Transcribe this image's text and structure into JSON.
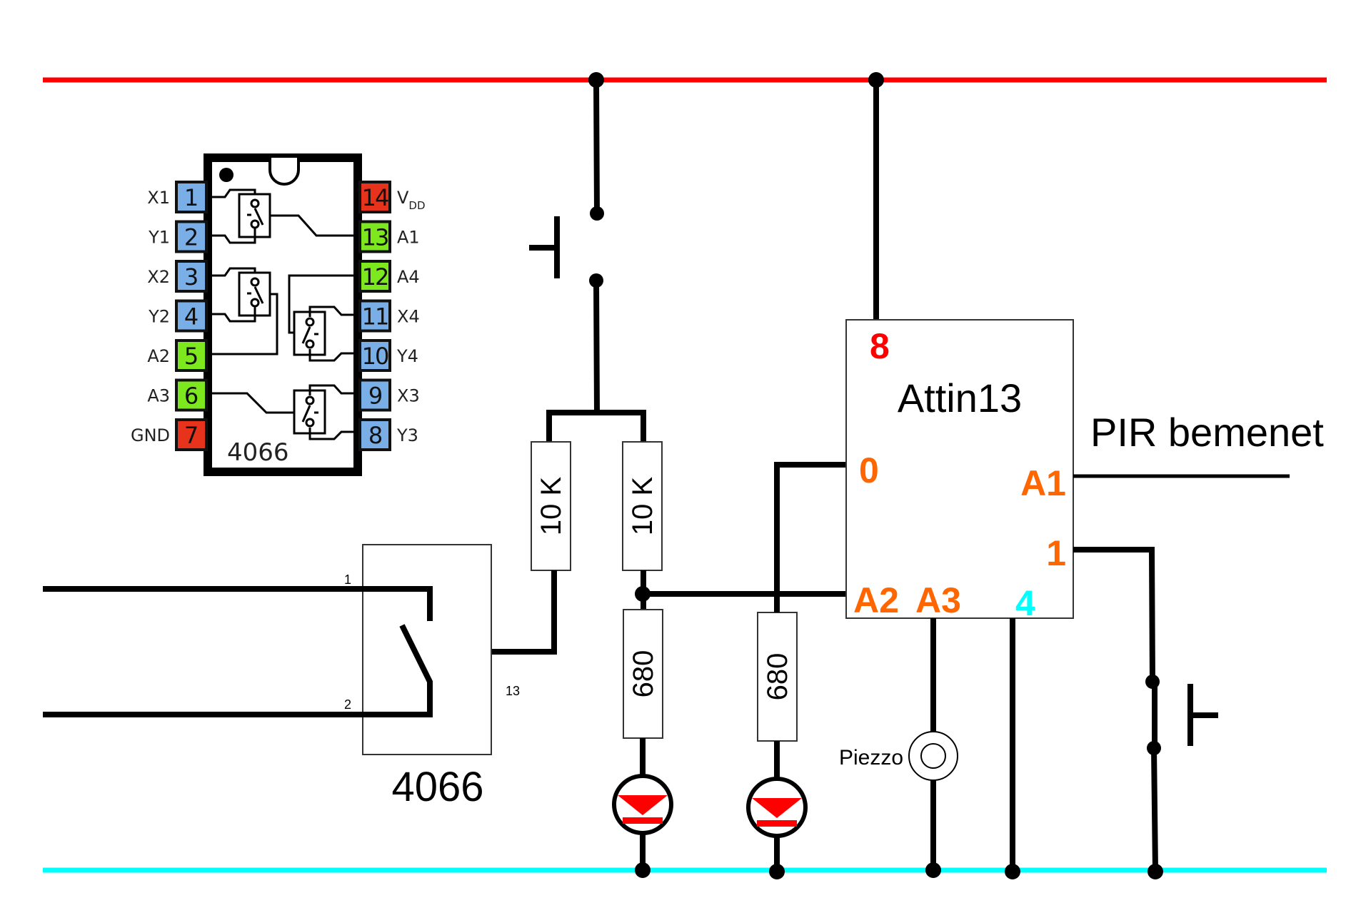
{
  "diagram": {
    "colors": {
      "vcc_rail": "#ff0000",
      "gnd_rail": "#00ffff",
      "pin_label_orange": "#ff6600",
      "pin_label_red": "#ff0000",
      "pin_label_cyan": "#00ffff",
      "led_red": "#ff0000",
      "chip_pin_blue": "#79aee6",
      "chip_pin_green": "#7ee81e",
      "chip_pin_red": "#e8331c"
    },
    "ic_4066_pinout": {
      "name": "4066",
      "left_pins": [
        {
          "number": "1",
          "label": "X1",
          "type": "io"
        },
        {
          "number": "2",
          "label": "Y1",
          "type": "io"
        },
        {
          "number": "3",
          "label": "X2",
          "type": "io"
        },
        {
          "number": "4",
          "label": "Y2",
          "type": "io"
        },
        {
          "number": "5",
          "label": "A2",
          "type": "control"
        },
        {
          "number": "6",
          "label": "A3",
          "type": "control"
        },
        {
          "number": "7",
          "label": "GND",
          "type": "power"
        }
      ],
      "right_pins": [
        {
          "number": "14",
          "label": "V",
          "label_sub": "DD",
          "type": "power"
        },
        {
          "number": "13",
          "label": "A1",
          "type": "control"
        },
        {
          "number": "12",
          "label": "A4",
          "type": "control"
        },
        {
          "number": "11",
          "label": "X4",
          "type": "io"
        },
        {
          "number": "10",
          "label": "Y4",
          "type": "io"
        },
        {
          "number": "9",
          "label": "X3",
          "type": "io"
        },
        {
          "number": "8",
          "label": "Y3",
          "type": "io"
        }
      ]
    },
    "switch_4066": {
      "name": "4066",
      "pin_in_1": "1",
      "pin_in_2": "2",
      "pin_control": "13"
    },
    "resistors": [
      {
        "id": "r1",
        "value": "10 K"
      },
      {
        "id": "r2",
        "value": "10 K"
      },
      {
        "id": "r3",
        "value": "680"
      },
      {
        "id": "r4",
        "value": "680"
      }
    ],
    "mcu": {
      "name": "Attin13",
      "pins": {
        "vcc": "8",
        "p0": "0",
        "a1": "A1",
        "p1": "1",
        "a2": "A2",
        "a3": "A3",
        "gnd": "4"
      }
    },
    "pir_label": "PIR bemenet",
    "piezo_label": "Piezzo"
  }
}
